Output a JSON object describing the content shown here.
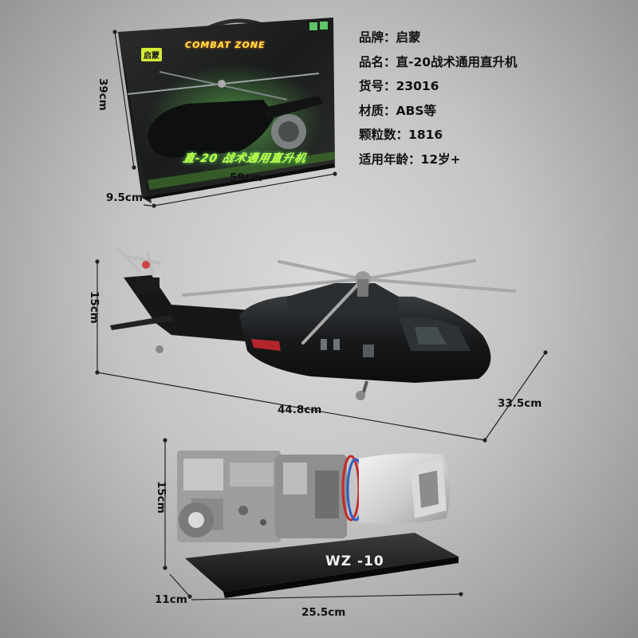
{
  "specs": [
    {
      "label": "品牌",
      "value": "启蒙"
    },
    {
      "label": "品名",
      "value": "直-20战术通用直升机"
    },
    {
      "label": "货号",
      "value": "23016"
    },
    {
      "label": "材质",
      "value": "ABS等"
    },
    {
      "label": "颗粒数",
      "value": "1816"
    },
    {
      "label": "适用年龄",
      "value": "12岁+"
    }
  ],
  "box": {
    "height": "39cm",
    "depth": "9.5cm",
    "width": "59cm",
    "title": "直-20 战术通用直升机",
    "brand": "启蒙",
    "logo": "COMBAT ZONE"
  },
  "helicopter": {
    "height": "15cm",
    "length": "44.8cm",
    "width": "33.5cm"
  },
  "engine": {
    "label": "WZ -10",
    "height": "15cm",
    "depth": "11cm",
    "length": "25.5cm"
  }
}
